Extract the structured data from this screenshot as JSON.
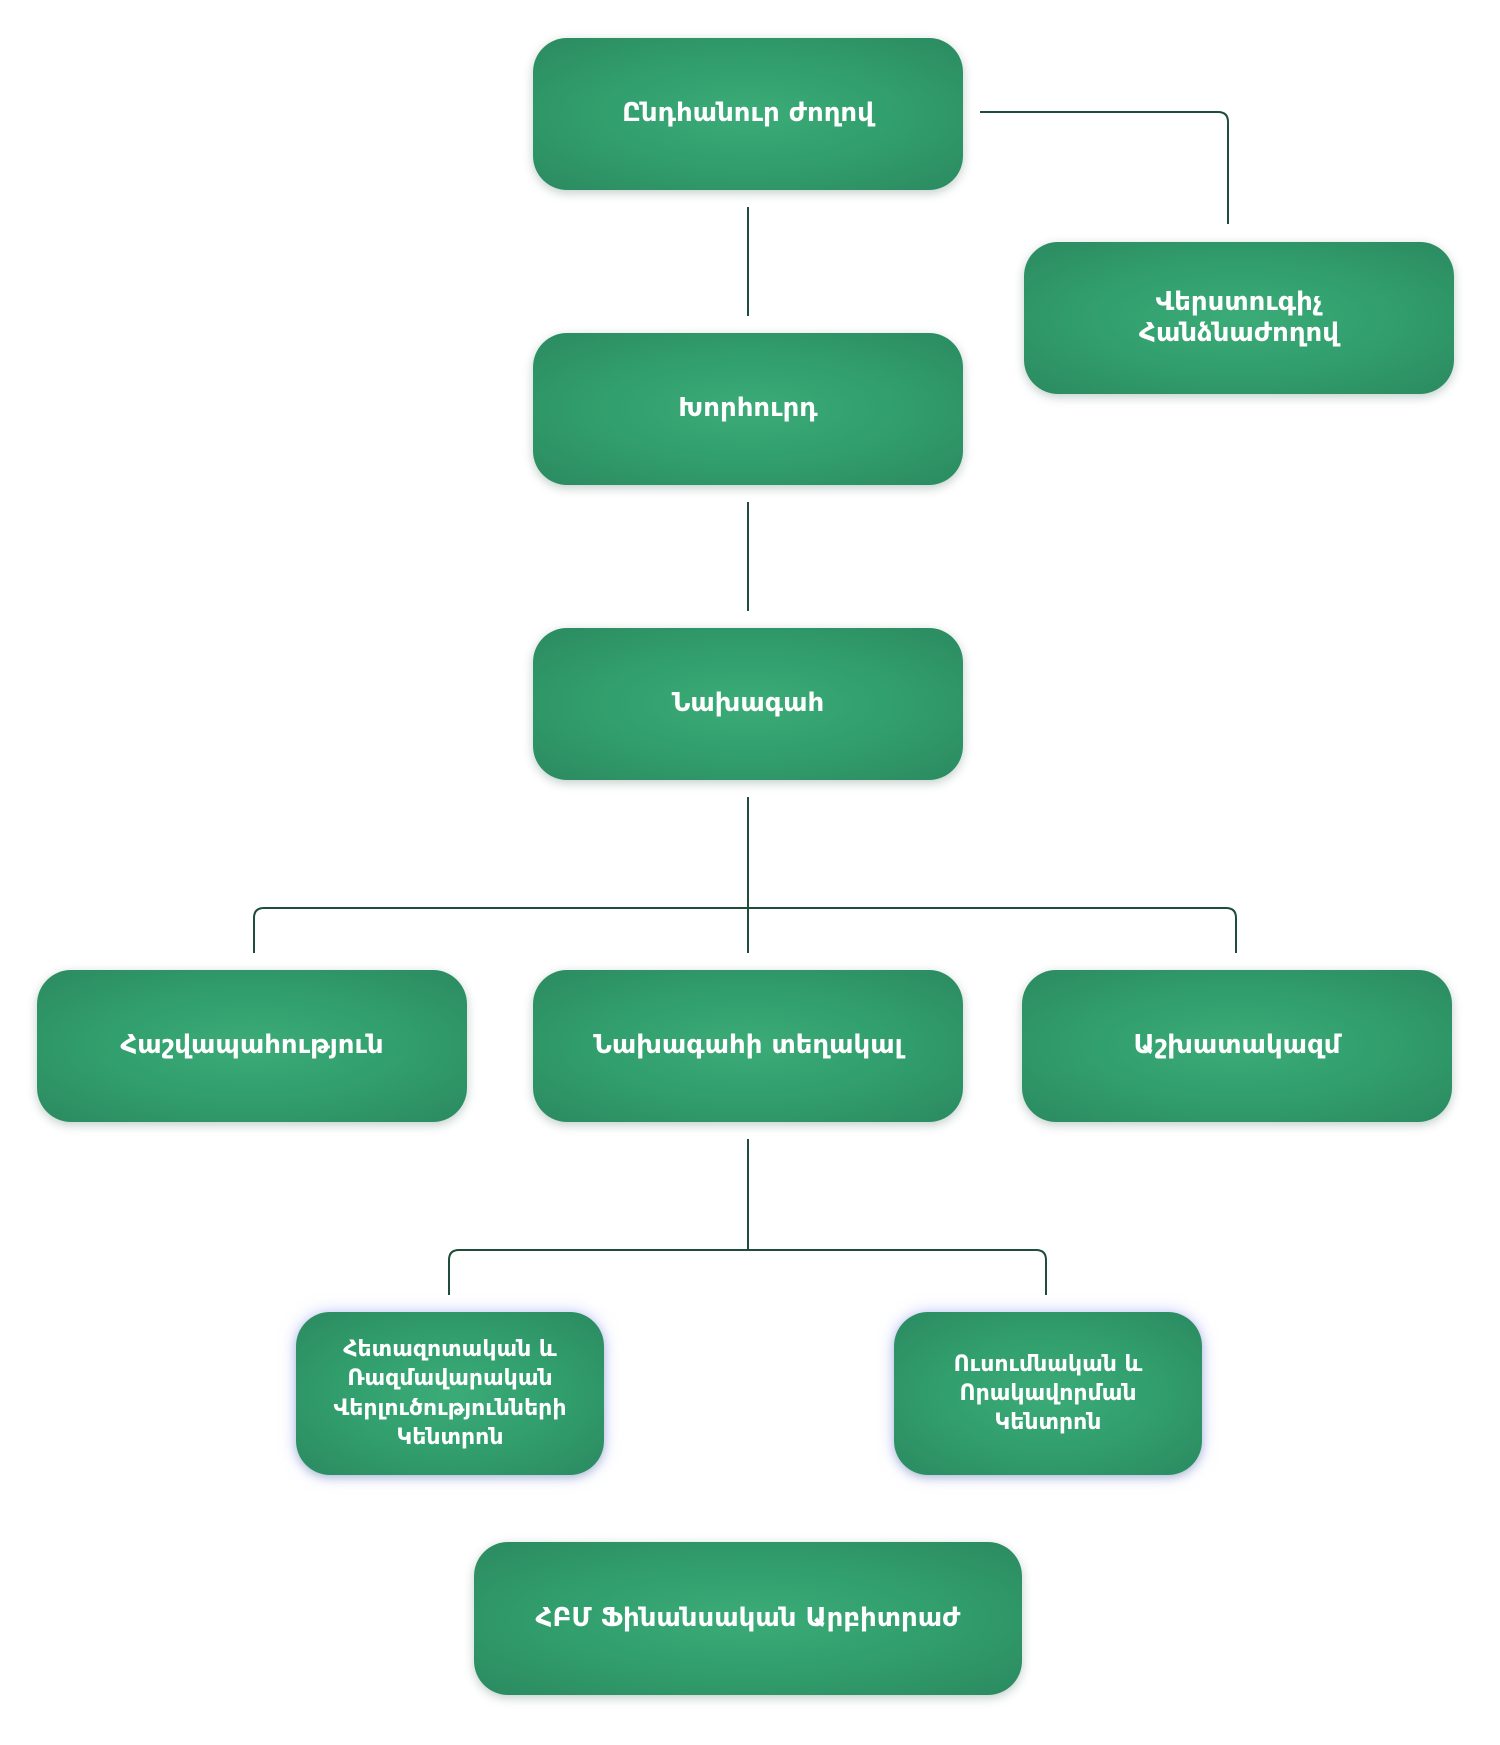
{
  "nodes": {
    "general_assembly": "Ընդհանուր ժողով",
    "audit_commission": "Վերստուգիչ\nՀանձնաժողով",
    "council": "Խորհուրդ",
    "president": "Նախագահ",
    "accounting": "Հաշվապահություն",
    "vice_president": "Նախագահի տեղակալ",
    "staff": "Աշխատակազմ",
    "research_center": "Հետազոտական և\nՌազմավարական\nՎերլուծությունների\nԿենտրոն",
    "training_center": "Ուսումնական և\nՈրակավորման\nԿենտրոն",
    "arbitration": "ՀԲՄ Ֆինանսական Արբիտրաժ"
  },
  "colors": {
    "node_fill": "#32a06e",
    "connector": "#1f4d3a"
  }
}
